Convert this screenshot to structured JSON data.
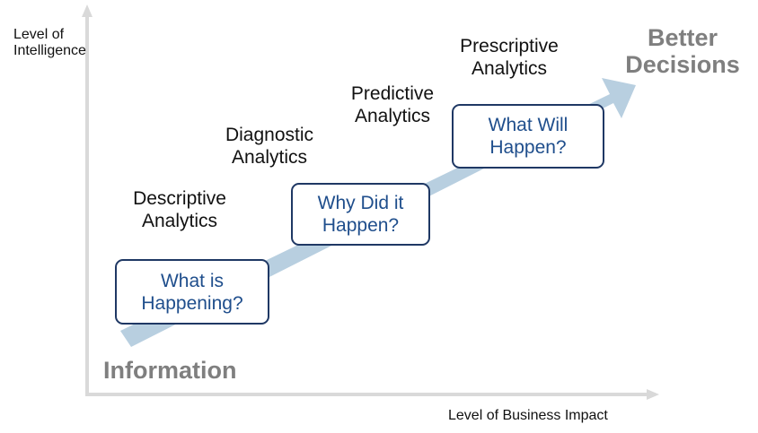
{
  "axes": {
    "y_label_line1": "Level of",
    "y_label_line2": "Intelligence",
    "x_label": "Level of Business Impact"
  },
  "start_label": "Information",
  "end_label": {
    "line1": "Better",
    "line2": "Decisions"
  },
  "stages": [
    {
      "name_line1": "Descriptive",
      "name_line2": "Analytics",
      "question_line1": "What is",
      "question_line2": "Happening?"
    },
    {
      "name_line1": "Diagnostic",
      "name_line2": "Analytics",
      "question_line1": "Why Did it",
      "question_line2": "Happen?"
    },
    {
      "name_line1": "Predictive",
      "name_line2": "Analytics"
    },
    {
      "name_line1": "Prescriptive",
      "name_line2": "Analytics",
      "question_line1": "What Will",
      "question_line2": "Happen?"
    }
  ],
  "colors": {
    "axis": "#d9d9d9",
    "arrow": "#b8cfe0",
    "box_border": "#1f3864",
    "box_text": "#1f4e8c",
    "emphasis_text": "#7f7f7f"
  }
}
